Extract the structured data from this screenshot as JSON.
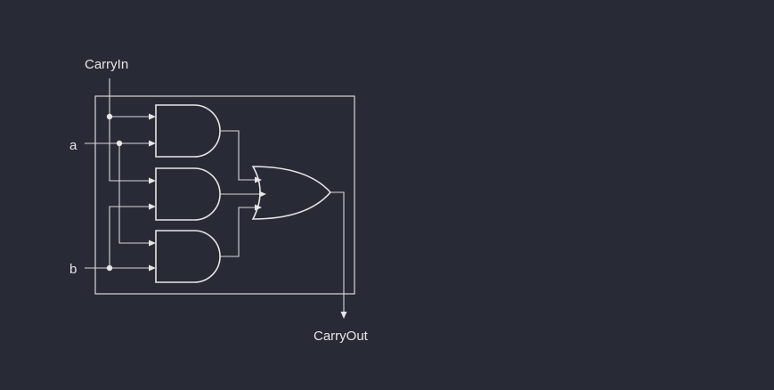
{
  "diagram": {
    "labels": {
      "carry_in": "CarryIn",
      "input_a": "a",
      "input_b": "b",
      "carry_out": "CarryOut"
    },
    "gates": [
      {
        "id": "and1",
        "type": "AND",
        "inputs": [
          "CarryIn",
          "a"
        ]
      },
      {
        "id": "and2",
        "type": "AND",
        "inputs": [
          "CarryIn",
          "b"
        ]
      },
      {
        "id": "and3",
        "type": "AND",
        "inputs": [
          "a",
          "b"
        ]
      },
      {
        "id": "or1",
        "type": "OR",
        "inputs": [
          "and1",
          "and2",
          "and3"
        ],
        "output": "CarryOut"
      }
    ],
    "colors": {
      "background": "#282a36",
      "line": "#e6e6e6"
    }
  }
}
